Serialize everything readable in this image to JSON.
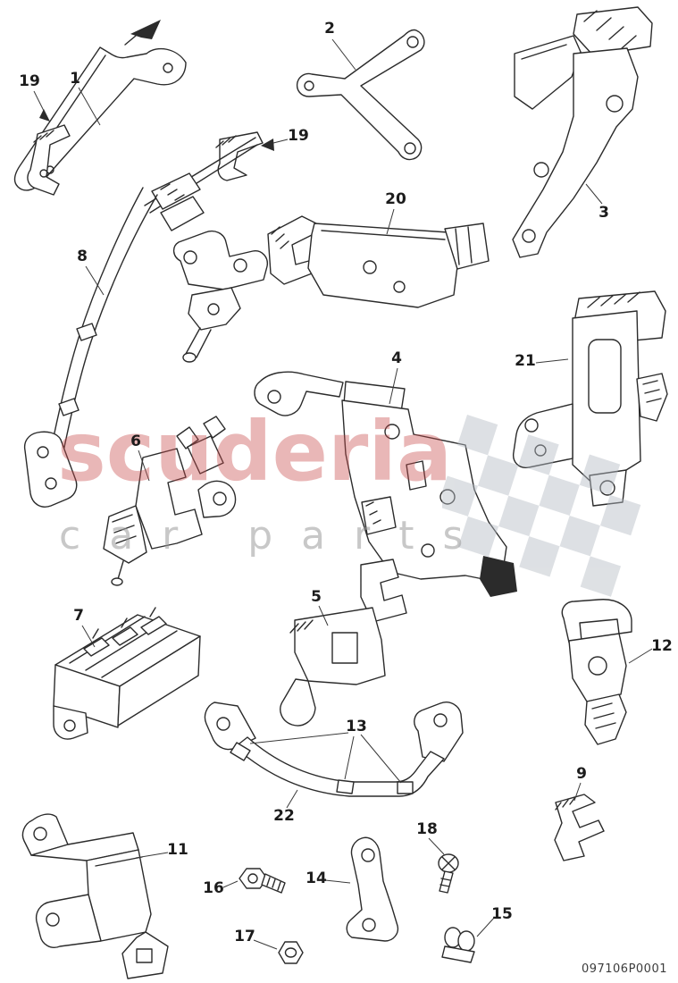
{
  "diagram": {
    "part_code": "097106P0001",
    "watermark": {
      "line1": "scuderia",
      "line2": "car parts",
      "brand_color": "#c94a4a",
      "subtitle_color": "#9b9b9b",
      "flag_color": "#b6bcc4"
    },
    "colors": {
      "line": "#2b2b2b",
      "background": "#ffffff",
      "label": "#1c1c1c"
    },
    "callouts": [
      {
        "label": "19"
      },
      {
        "label": "1"
      },
      {
        "label": "2"
      },
      {
        "label": "3"
      },
      {
        "label": "19"
      },
      {
        "label": "20"
      },
      {
        "label": "8"
      },
      {
        "label": "4"
      },
      {
        "label": "21"
      },
      {
        "label": "6"
      },
      {
        "label": "7"
      },
      {
        "label": "5"
      },
      {
        "label": "12"
      },
      {
        "label": "13"
      },
      {
        "label": "9"
      },
      {
        "label": "22"
      },
      {
        "label": "11"
      },
      {
        "label": "16"
      },
      {
        "label": "14"
      },
      {
        "label": "18"
      },
      {
        "label": "15"
      },
      {
        "label": "17"
      }
    ]
  }
}
